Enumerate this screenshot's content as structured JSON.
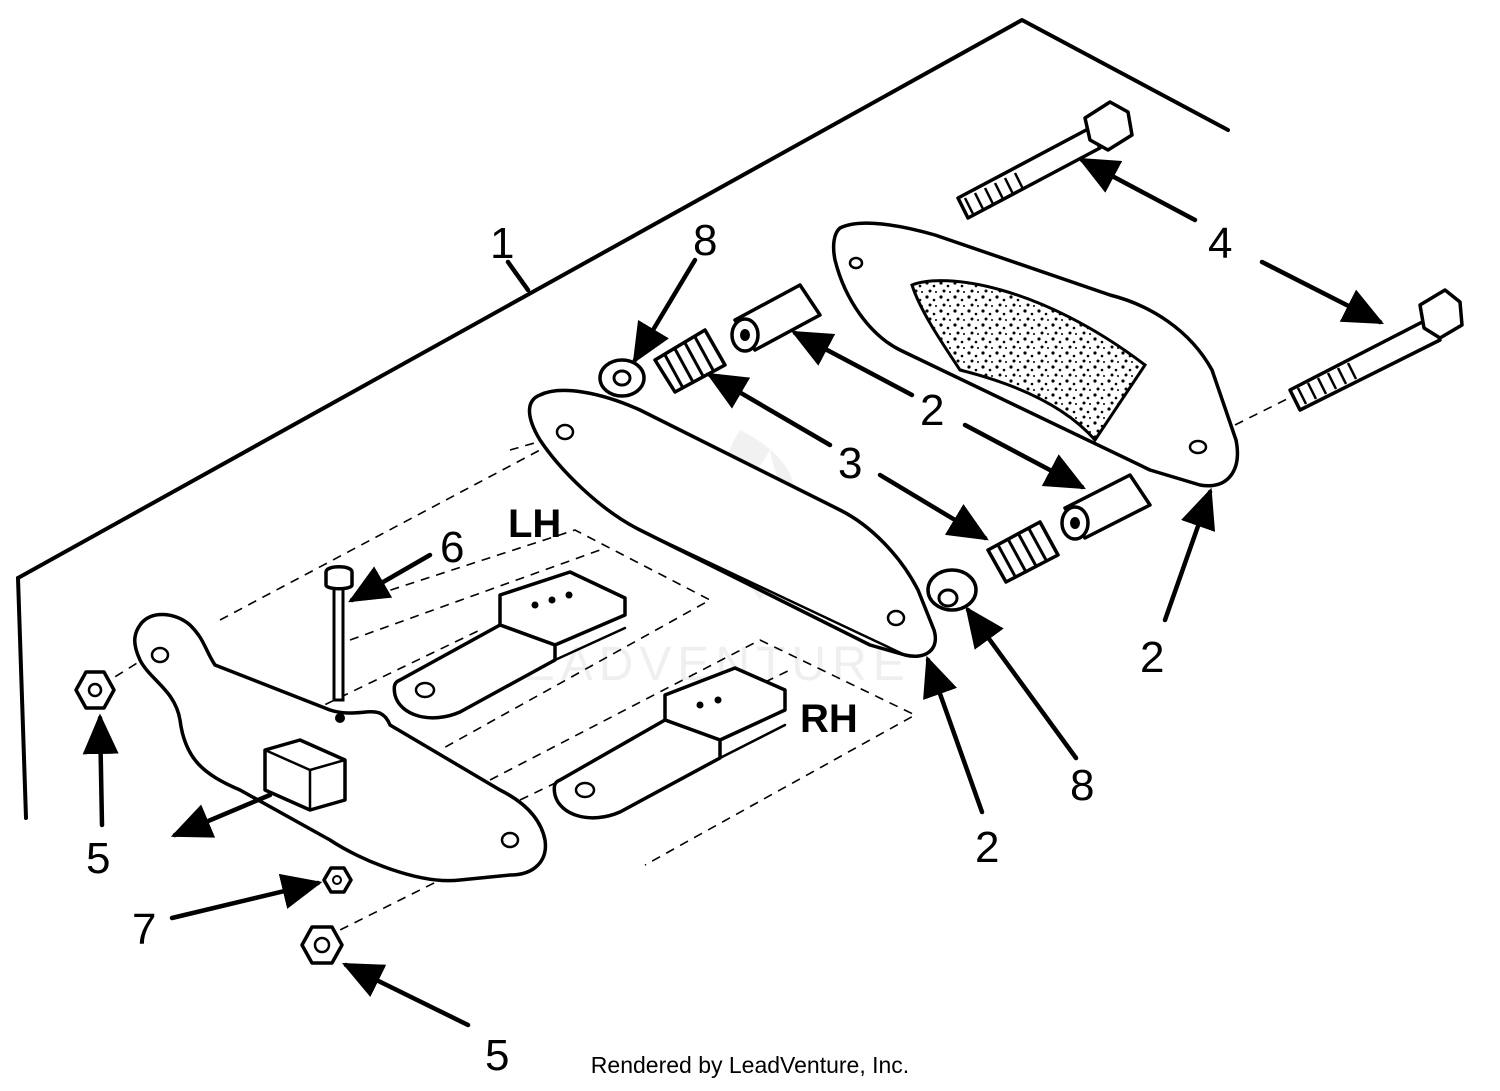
{
  "callouts": {
    "c1": "1",
    "c2a": "2",
    "c2b": "2",
    "c2c": "2",
    "c3": "3",
    "c4": "4",
    "c5a": "5",
    "c5b": "5",
    "c6": "6",
    "c7": "7",
    "c8a": "8",
    "c8b": "8"
  },
  "side_labels": {
    "lh": "LH",
    "rh": "RH"
  },
  "watermark": "LEADVENTURE",
  "footer": "Rendered by LeadVenture, Inc."
}
